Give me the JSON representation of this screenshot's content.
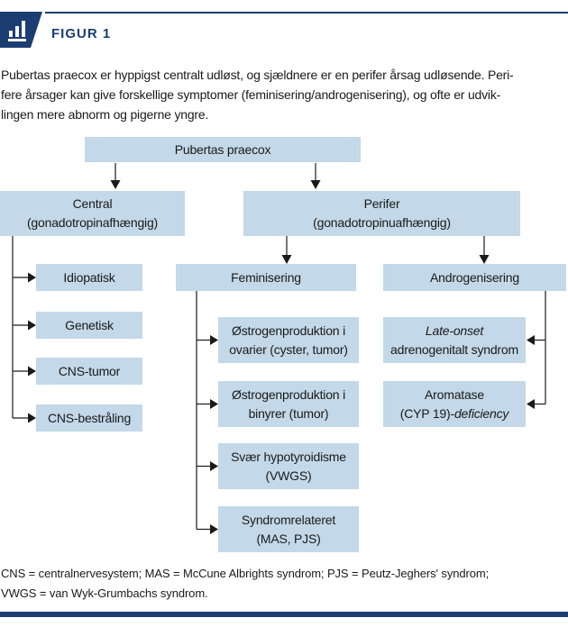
{
  "header": {
    "label": "FIGUR 1",
    "icon": "bar-chart-icon"
  },
  "intro": {
    "lines": [
      "Pubertas praecox er hyppigst centralt udløst, og sjældnere er en perifer årsag udløsende. Peri-",
      "fere årsager kan give forskellige symptomer (feminisering/androgenisering), og ofte er udvik-",
      "lingen mere abnorm og pigerne yngre."
    ]
  },
  "flowchart": {
    "root": "Pubertas praecox",
    "central": {
      "line1": "Central",
      "line2": "(gonadotropinafhængig)"
    },
    "perifer": {
      "line1": "Perifer",
      "line2": "(gonadotropinuafhængig)"
    },
    "central_children": [
      "Idiopatisk",
      "Genetisk",
      "CNS-tumor",
      "CNS-bestråling"
    ],
    "feminisering": "Feminisering",
    "androgenisering": "Androgenisering",
    "feminisering_children": [
      {
        "line1": "Østrogenproduktion i",
        "line2": "ovarier (cyster, tumor)"
      },
      {
        "line1": "Østrogenproduktion i",
        "line2": "binyrer (tumor)"
      },
      {
        "line1": "Svær hypotyroidisme",
        "line2": "(VWGS)"
      },
      {
        "line1": "Syndromrelateret",
        "line2": "(MAS, PJS)"
      }
    ],
    "androgenisering_children": [
      {
        "line1_italic": "Late-onset",
        "line2": "adrenogenitalt syndrom"
      },
      {
        "line1": "Aromatase",
        "line2_prefix": "(CYP 19)-",
        "line2_italic": "deficiency"
      }
    ]
  },
  "footnote": {
    "lines": [
      "CNS = centralnervesystem; MAS = McCune Albrights syndrom; PJS = Peutz-Jeghers' syndrom;",
      "VWGS = van Wyk-Grumbachs syndrom."
    ]
  },
  "colors": {
    "navy": "#1c3d72",
    "box_blue": "#c3d8e8",
    "text": "#1a1a1a",
    "connector": "#1a1a1a"
  }
}
